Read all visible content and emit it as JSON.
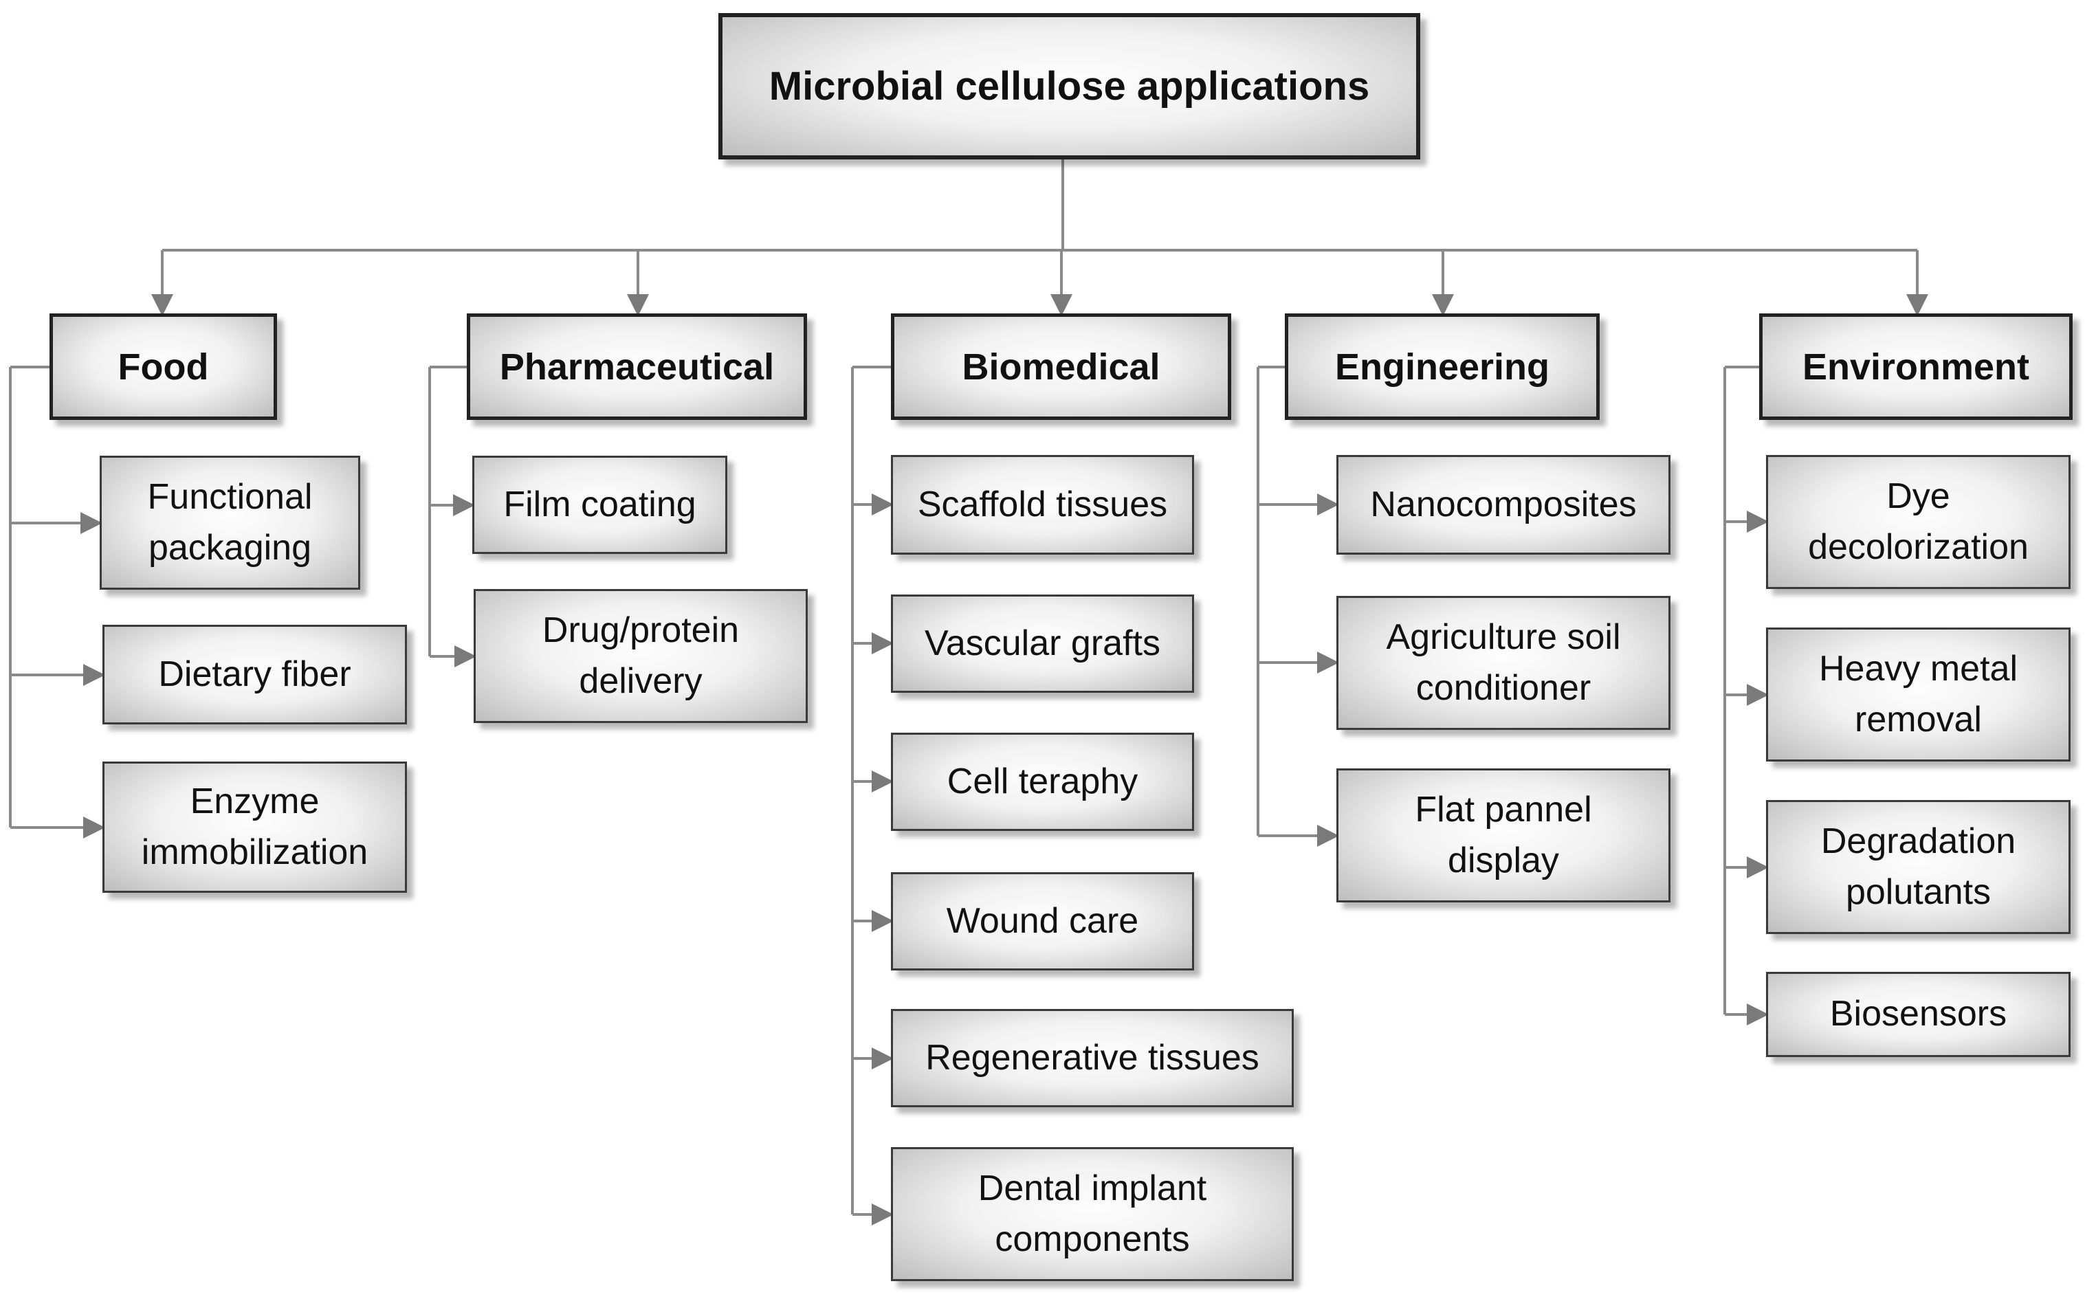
{
  "diagram": {
    "root": "Microbial cellulose applications",
    "categories": [
      {
        "name": "Food",
        "items": [
          "Functional\npackaging",
          "Dietary fiber",
          "Enzyme\nimmobilization"
        ]
      },
      {
        "name": "Pharmaceutical",
        "items": [
          "Film coating",
          "Drug/protein\ndelivery"
        ]
      },
      {
        "name": "Biomedical",
        "items": [
          "Scaffold tissues",
          "Vascular grafts",
          "Cell teraphy",
          "Wound care",
          "Regenerative tissues",
          "Dental implant\ncomponents"
        ]
      },
      {
        "name": "Engineering",
        "items": [
          "Nanocomposites",
          "Agriculture soil\nconditioner",
          "Flat pannel\ndisplay"
        ]
      },
      {
        "name": "Environment",
        "items": [
          "Dye\ndecolorization",
          "Heavy metal\nremoval",
          "Degradation\npolutants",
          "Biosensors"
        ]
      }
    ]
  }
}
